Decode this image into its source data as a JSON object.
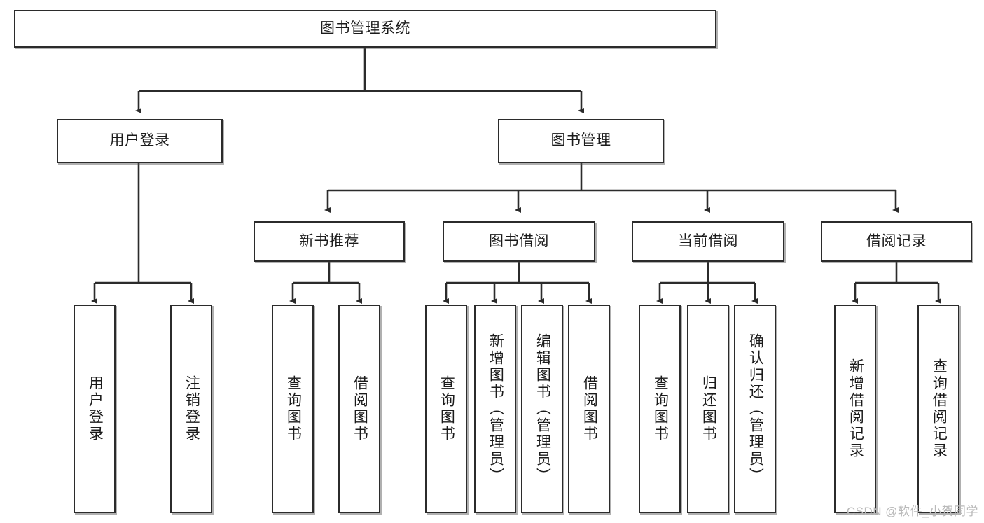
{
  "diagram": {
    "title": "图书管理系统",
    "type": "tree-hierarchy-chart",
    "watermark": "CSDN @软件_小贺同学",
    "colors": {
      "box_stroke": "#2b2b2b",
      "box_fill": "#ffffff",
      "edge": "#2b2b2b",
      "background": "#ffffff",
      "watermark": "#b9b9b9"
    },
    "nodes": {
      "root": {
        "label": "图书管理系统",
        "level": 1,
        "orientation": "horizontal"
      },
      "l2": [
        {
          "id": "user-login",
          "label": "用户登录",
          "level": 2,
          "orientation": "horizontal"
        },
        {
          "id": "book-manage",
          "label": "图书管理",
          "level": 2,
          "orientation": "horizontal"
        }
      ],
      "l3": [
        {
          "id": "new-book-recommend",
          "label": "新书推荐",
          "level": 3,
          "orientation": "horizontal"
        },
        {
          "id": "book-borrow",
          "label": "图书借阅",
          "level": 3,
          "orientation": "horizontal"
        },
        {
          "id": "current-borrow",
          "label": "当前借阅",
          "level": 3,
          "orientation": "horizontal"
        },
        {
          "id": "borrow-record",
          "label": "借阅记录",
          "level": 3,
          "orientation": "horizontal"
        }
      ],
      "leaves": [
        {
          "id": "leaf-user-login",
          "label": "用户登录",
          "parent": "user-login",
          "orientation": "vertical"
        },
        {
          "id": "leaf-user-logout",
          "label": "注销登录",
          "parent": "user-login",
          "orientation": "vertical"
        },
        {
          "id": "leaf-query-book-1",
          "label": "查询图书",
          "parent": "new-book-recommend",
          "orientation": "vertical"
        },
        {
          "id": "leaf-borrow-book-1",
          "label": "借阅图书",
          "parent": "new-book-recommend",
          "orientation": "vertical"
        },
        {
          "id": "leaf-query-book-2",
          "label": "查询图书",
          "parent": "book-borrow",
          "orientation": "vertical"
        },
        {
          "id": "leaf-add-book",
          "label": "新增图书（管理员）",
          "parent": "book-borrow",
          "orientation": "vertical"
        },
        {
          "id": "leaf-edit-book",
          "label": "编辑图书（管理员）",
          "parent": "book-borrow",
          "orientation": "vertical"
        },
        {
          "id": "leaf-borrow-book-2",
          "label": "借阅图书",
          "parent": "book-borrow",
          "orientation": "vertical"
        },
        {
          "id": "leaf-query-book-3",
          "label": "查询图书",
          "parent": "current-borrow",
          "orientation": "vertical"
        },
        {
          "id": "leaf-return-book",
          "label": "归还图书",
          "parent": "current-borrow",
          "orientation": "vertical"
        },
        {
          "id": "leaf-confirm-return",
          "label": "确认归还（管理员）",
          "parent": "current-borrow",
          "orientation": "vertical"
        },
        {
          "id": "leaf-add-record",
          "label": "新增借阅记录",
          "parent": "borrow-record",
          "orientation": "vertical"
        },
        {
          "id": "leaf-query-record",
          "label": "查询借阅记录",
          "parent": "borrow-record",
          "orientation": "vertical"
        }
      ]
    }
  }
}
